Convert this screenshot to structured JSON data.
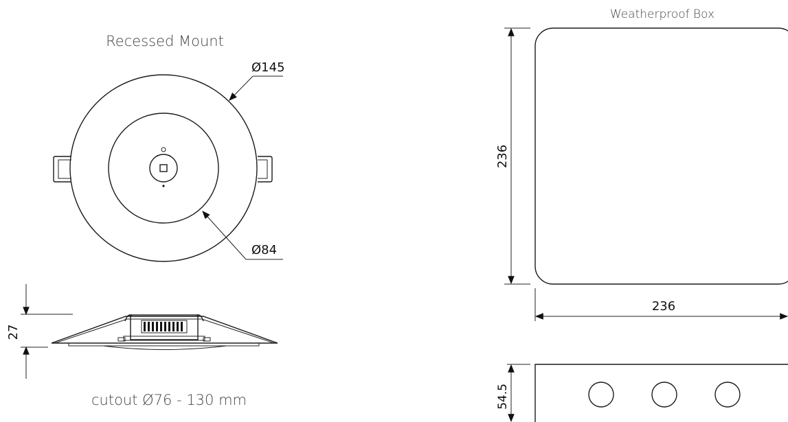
{
  "recessed": {
    "title": "Recessed Mount",
    "outer_diameter": "Ø145",
    "inner_diameter": "Ø84",
    "height": "27",
    "cutout": "cutout Ø76 - 130 mm"
  },
  "box": {
    "title": "Weatherproof Box",
    "height": "236",
    "width": "236",
    "depth": "54.5"
  }
}
